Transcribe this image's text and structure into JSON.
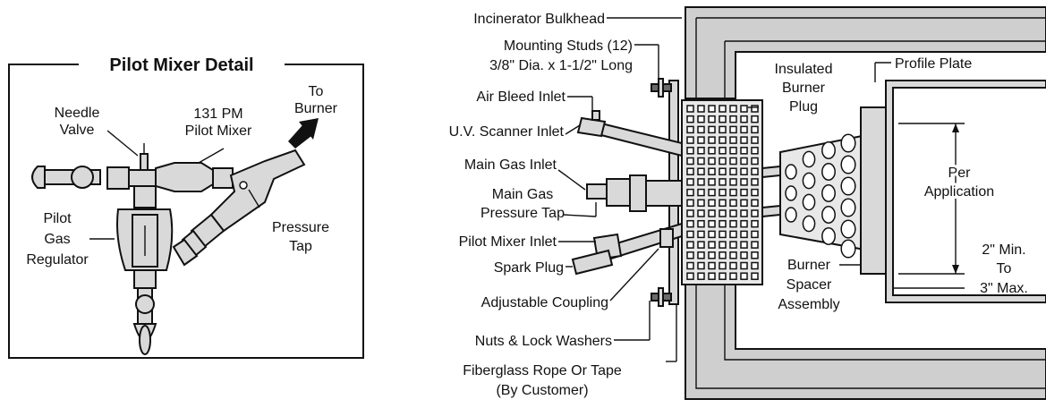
{
  "detail": {
    "title": "Pilot Mixer Detail",
    "needle_valve": [
      "Needle",
      "Valve"
    ],
    "pilot_mixer": [
      "131 PM",
      "Pilot Mixer"
    ],
    "to_burner": [
      "To",
      "Burner"
    ],
    "pilot_gas_regulator": [
      "Pilot",
      "Gas",
      "Regulator"
    ],
    "pressure_tap": [
      "Pressure",
      "Tap"
    ]
  },
  "main": {
    "incinerator_bulkhead": "Incinerator Bulkhead",
    "mounting_studs": [
      "Mounting Studs (12)",
      "3/8\" Dia. x 1-1/2\" Long"
    ],
    "air_bleed_inlet": "Air Bleed Inlet",
    "uv_scanner_inlet": "U.V. Scanner Inlet",
    "main_gas_inlet": "Main Gas Inlet",
    "main_gas_pressure_tap": [
      "Main Gas",
      "Pressure Tap"
    ],
    "pilot_mixer_inlet": "Pilot Mixer Inlet",
    "spark_plug": "Spark Plug",
    "adjustable_coupling": "Adjustable Coupling",
    "nuts_lock_washers": "Nuts & Lock Washers",
    "fiberglass_rope": [
      "Fiberglass Rope Or Tape",
      "(By Customer)"
    ],
    "insulated_burner_plug": [
      "Insulated",
      "Burner",
      "Plug"
    ],
    "profile_plate": "Profile Plate",
    "per_application": [
      "Per",
      "Application"
    ],
    "burner_spacer_assembly": [
      "Burner",
      "Spacer",
      "Assembly"
    ],
    "clearance": [
      "2\" Min.",
      "To",
      "3\" Max."
    ]
  }
}
